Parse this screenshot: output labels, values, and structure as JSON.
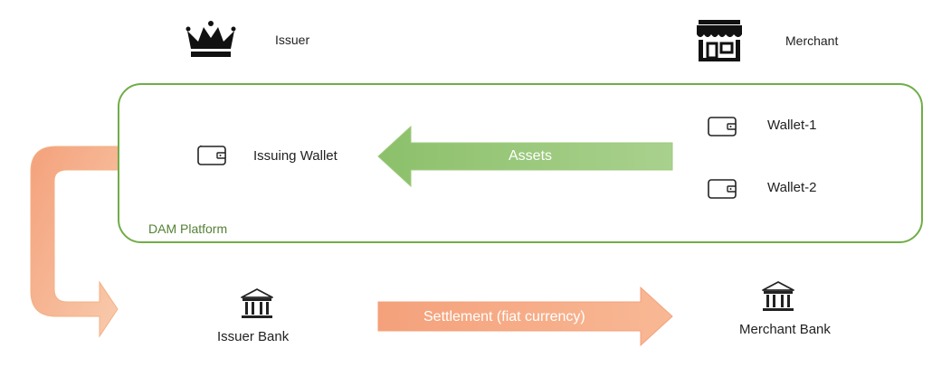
{
  "actors": {
    "issuer": {
      "label": "Issuer",
      "icon": "crown-icon"
    },
    "merchant": {
      "label": "Merchant",
      "icon": "storefront-icon"
    }
  },
  "platform": {
    "label": "DAM Platform",
    "border_color": "#70ad47"
  },
  "wallets": {
    "issuing": {
      "label": "Issuing Wallet",
      "icon": "wallet-icon"
    },
    "items": [
      {
        "label": "Wallet-1",
        "icon": "wallet-icon"
      },
      {
        "label": "Wallet-2",
        "icon": "wallet-icon"
      }
    ]
  },
  "flows": {
    "assets": {
      "label": "Assets",
      "color": "#a9d18e"
    },
    "settlement": {
      "label": "Settlement (fiat currency)",
      "color": "#f4b183"
    }
  },
  "banks": {
    "issuer_bank": {
      "label": "Issuer Bank",
      "icon": "bank-icon"
    },
    "merchant_bank": {
      "label": "Merchant Bank",
      "icon": "bank-icon"
    }
  }
}
